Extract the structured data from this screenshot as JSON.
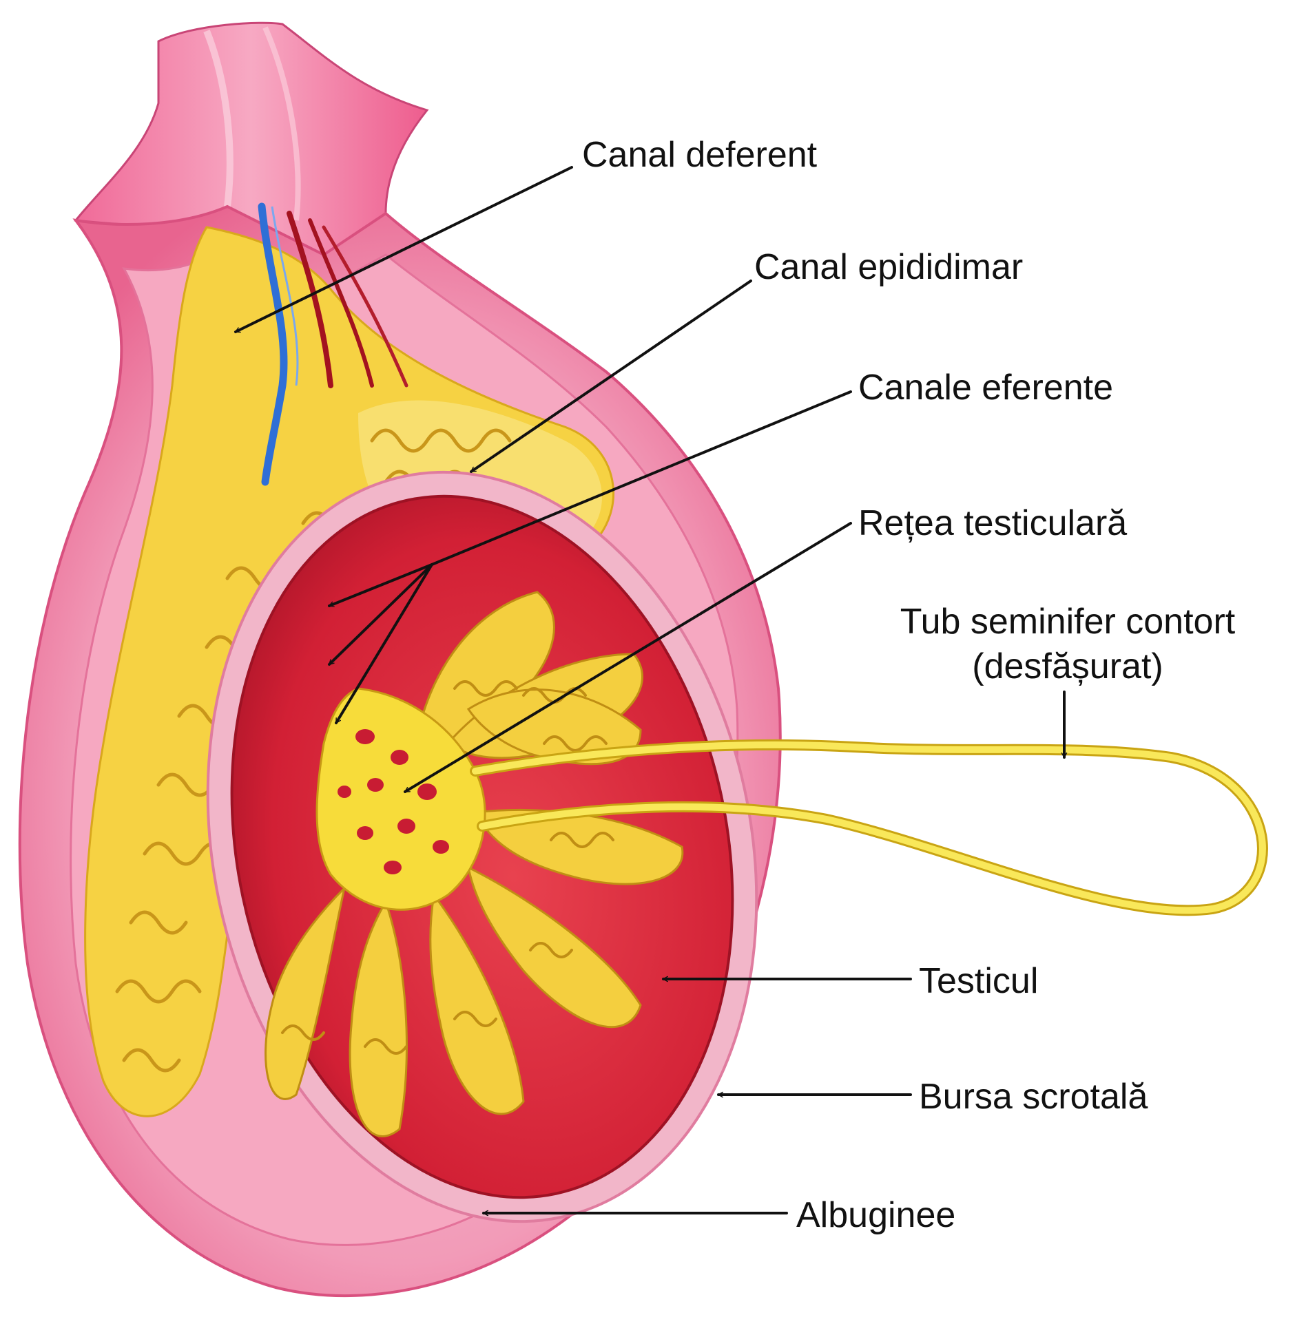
{
  "labels": {
    "canal_deferent": "Canal deferent",
    "canal_epididimar": "Canal epididimar",
    "canale_eferente": "Canale eferente",
    "retea_testiculara": "Rețea testiculară",
    "tub_seminifer_line1": "Tub seminifer contort",
    "tub_seminifer_line2": "(desfășurat)",
    "testicul": "Testicul",
    "bursa_scrotala": "Bursa scrotală",
    "albuginee": "Albuginee"
  },
  "colors": {
    "scrotum_pink": "#ec6f9a",
    "scrotum_light": "#f7b7cd",
    "epididymis_yellow": "#f7d84a",
    "testis_red": "#d8253a",
    "lobule_dark_red": "#b3182b",
    "tubule_yellow": "#f9e463",
    "vein_blue": "#2f6fd6",
    "artery_red": "#a3121f"
  }
}
